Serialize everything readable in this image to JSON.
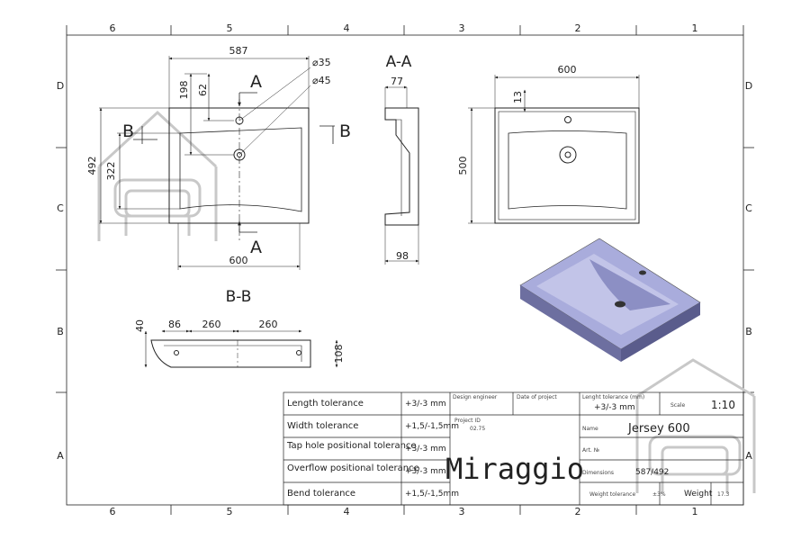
{
  "colors": {
    "line": "#222222",
    "basin_top": "#a9acdc",
    "basin_side": "#6d6fa0",
    "basin_bowl": "#8c8fc4",
    "watermark": "#c8c8c8"
  },
  "border": {
    "top_numbers": [
      "6",
      "5",
      "4",
      "3",
      "2",
      "1"
    ],
    "bottom_numbers": [
      "6",
      "5",
      "4",
      "3",
      "2",
      "1"
    ],
    "left_letters": [
      "D",
      "C",
      "B",
      "A"
    ],
    "right_letters": [
      "D",
      "C",
      "B",
      "A"
    ]
  },
  "top_view": {
    "dim_587": "587",
    "dim_600": "600",
    "dim_198": "198",
    "dim_62": "62",
    "dim_492": "492",
    "dim_322": "322",
    "dia_35": "⌀35",
    "dia_45": "⌀45",
    "cut_a_top": "A",
    "cut_a_bottom": "A",
    "cut_b_left": "B",
    "cut_b_right": "B"
  },
  "section_aa": {
    "title": "A-A",
    "dim_77": "77",
    "dim_98": "98"
  },
  "front_view": {
    "dim_600": "600",
    "dim_500": "500",
    "dim_13": "13"
  },
  "section_bb": {
    "title": "B-B",
    "dim_40": "40",
    "dim_86": "86",
    "dim_260a": "260",
    "dim_260b": "260",
    "dim_108": "108"
  },
  "isometric": {
    "icon": "basin-3d-icon"
  },
  "title_block": {
    "rows": [
      {
        "label": "Length tolerance",
        "value": "+3/-3 mm"
      },
      {
        "label": "Width tolerance",
        "value": "+1,5/-1,5mm"
      },
      {
        "label": "Tap hole positional tolerance",
        "value": "+3/-3 mm"
      },
      {
        "label": "Overflow positional tolerance",
        "value": "+3/-3 mm"
      },
      {
        "label": "Bend tolerance",
        "value": "+1,5/-1,5mm"
      }
    ],
    "design_engineer_label": "Design engineer",
    "date_label": "Date of project",
    "project_id_label": "Project ID",
    "project_id_value": "02.75",
    "brand": "Miraggio",
    "length_tol_label": "Lenght tolerance (mm)",
    "length_tol_value": "+3/-3 mm",
    "scale_label": "Scale",
    "scale_value": "1:10",
    "name_label": "Name",
    "name_value": "Jersey 600",
    "art_label": "Art. №",
    "dimensions_label": "Dimensions",
    "dimensions_value": "587/492",
    "weight_tol_label": "Weight tolerance",
    "weight_tol_value": "±3%",
    "weight_label": "Weight",
    "weight_value": "17.3"
  }
}
